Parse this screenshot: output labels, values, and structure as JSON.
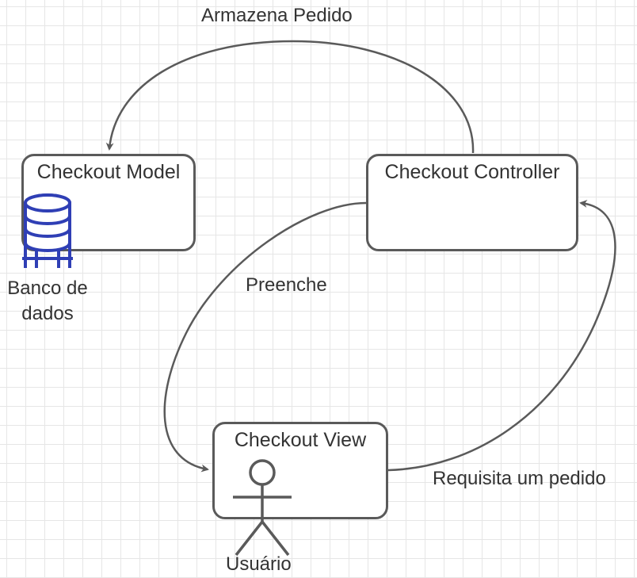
{
  "nodes": {
    "model": {
      "title": "Checkout Model"
    },
    "controller": {
      "title": "Checkout Controller"
    },
    "view": {
      "title": "Checkout View"
    }
  },
  "icons": {
    "database": {
      "name": "database-icon",
      "label_line1": "Banco de",
      "label_line2": "dados",
      "color": "#2f3fb5"
    },
    "actor": {
      "name": "user-actor-icon",
      "label": "Usuário",
      "color": "#5a5a5a"
    }
  },
  "edges": {
    "store_order": {
      "label": "Armazena Pedido"
    },
    "fill": {
      "label": "Preenche"
    },
    "request_order": {
      "label": "Requisita um pedido"
    }
  },
  "colors": {
    "stroke": "#5a5a5a",
    "text": "#333333",
    "grid": "#e6e6e6",
    "database": "#2f3fb5"
  }
}
